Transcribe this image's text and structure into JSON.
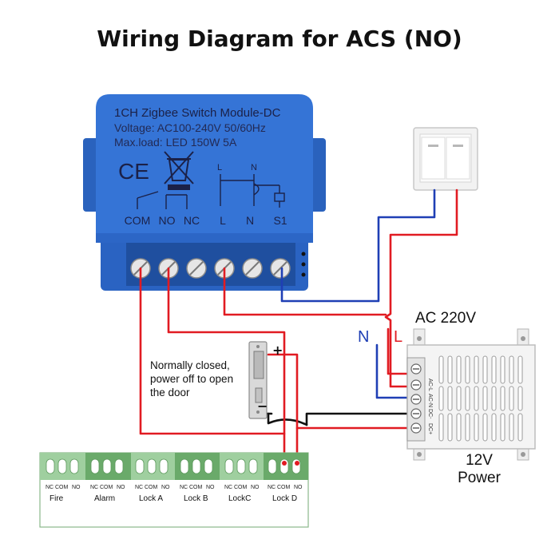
{
  "title": "Wiring Diagram for ACS (NO)",
  "module": {
    "line1": "1CH Zigbee Switch Module-DC",
    "line2": "Voltage: AC100-240V 50/60Hz",
    "line3": "Max.load: LED 150W 5A",
    "ce": "CE",
    "relay_labels": [
      "COM",
      "NO",
      "NC"
    ],
    "input_labels": [
      "L",
      "N",
      "S1"
    ],
    "schem_l": "L",
    "schem_n": "N"
  },
  "lock_note": [
    "Normally closed,",
    "power off to open",
    "the door"
  ],
  "lock_plus": "+",
  "lock_minus": "−",
  "ac_label": "AC 220V",
  "n_label": "N",
  "l_label": "L",
  "psu_terms": [
    "AC-L",
    "AC-N",
    "DC-",
    "DC+"
  ],
  "psu_caption": [
    "12V",
    "Power"
  ],
  "panel": {
    "terminal_labels": [
      "NC",
      "COM",
      "NO"
    ],
    "zones": [
      "Fire",
      "Alarm",
      "Lock A",
      "Lock B",
      "LockC",
      "Lock D"
    ]
  },
  "colors": {
    "module_blue": "#2f6fd0",
    "panel_green": "#7fbf7f",
    "wire_red": "#e11b22",
    "wire_blue": "#1f3fb5",
    "wire_black": "#111111"
  }
}
